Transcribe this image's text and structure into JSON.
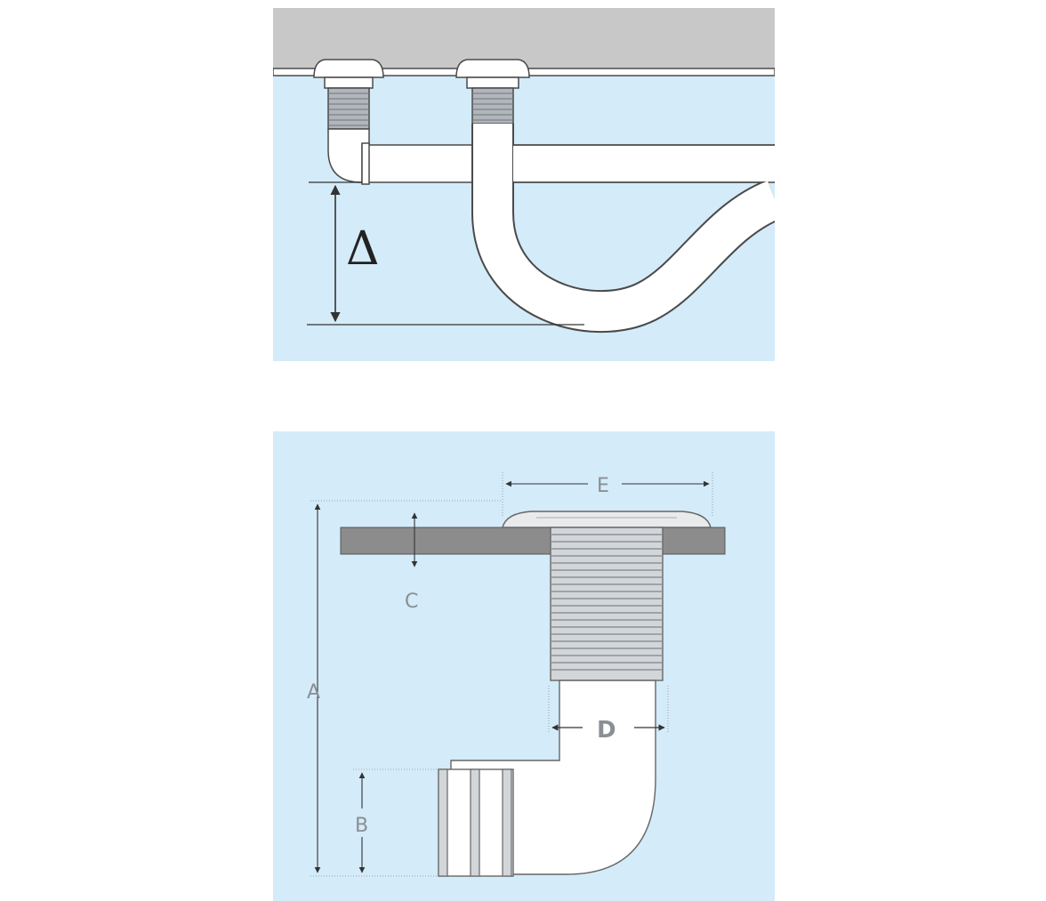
{
  "colors": {
    "water": "#d4ebf9",
    "hull": "#c8c8c8",
    "deck": "#8c8c8c",
    "pipe_fill": "#ffffff",
    "pipe_stroke": "#4a4a4a",
    "thread": "#b0b6bb",
    "dim_line": "#333333",
    "dim_light": "#777777",
    "label_dark": "#222222",
    "label_light": "#8a8f94"
  },
  "top_diagram": {
    "delta_label": "Δ"
  },
  "bottom_diagram": {
    "labels": {
      "a": "A",
      "b": "B",
      "c": "C",
      "d": "D",
      "e": "E"
    }
  }
}
